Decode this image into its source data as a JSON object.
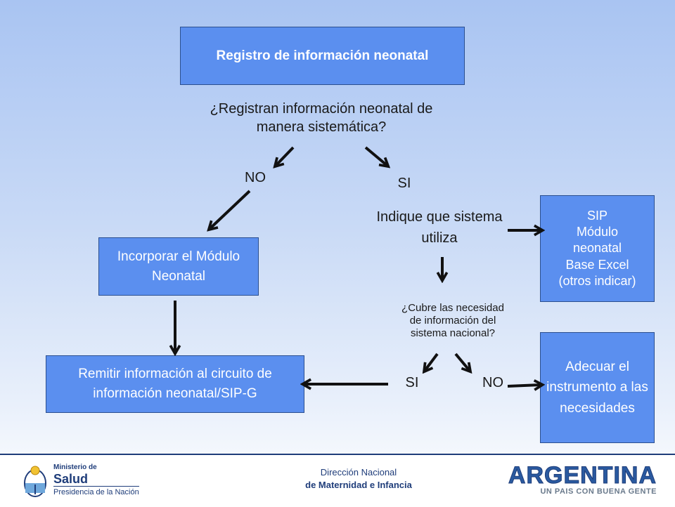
{
  "diagram": {
    "title": "Registro de información neonatal",
    "question1": "¿Registran información neonatal de manera sistemática?",
    "no1": "NO",
    "si1": "SI",
    "indique": "Indique que sistema utiliza",
    "incorporar": "Incorporar el Módulo Neonatal",
    "sip_lines": [
      "SIP",
      "Módulo",
      "neonatal",
      "Base Excel",
      "(otros indicar)"
    ],
    "question2_lines": [
      "¿Cubre las necesidad",
      "de información del",
      "sistema nacional?"
    ],
    "si2": "SI",
    "no2": "NO",
    "remitir": "Remitir información al circuito de información neonatal/SIP-G",
    "adecuar": "Adecuar el instrumento a las necesidades"
  },
  "footer": {
    "direccion_line1": "Dirección Nacional",
    "direccion_line2": "de Maternidad e Infancia",
    "ministerio_small": "Ministerio de",
    "ministerio_big": "Salud",
    "presidencia": "Presidencia de la Nación",
    "argentina": "ARGENTINA",
    "argentina_tagline": "UN PAIS CON BUENA GENTE"
  },
  "colors": {
    "box_fill": "#5b8fef",
    "box_border": "#2b4f8f",
    "arrow": "#111111",
    "brand_blue": "#1f3d7a"
  }
}
